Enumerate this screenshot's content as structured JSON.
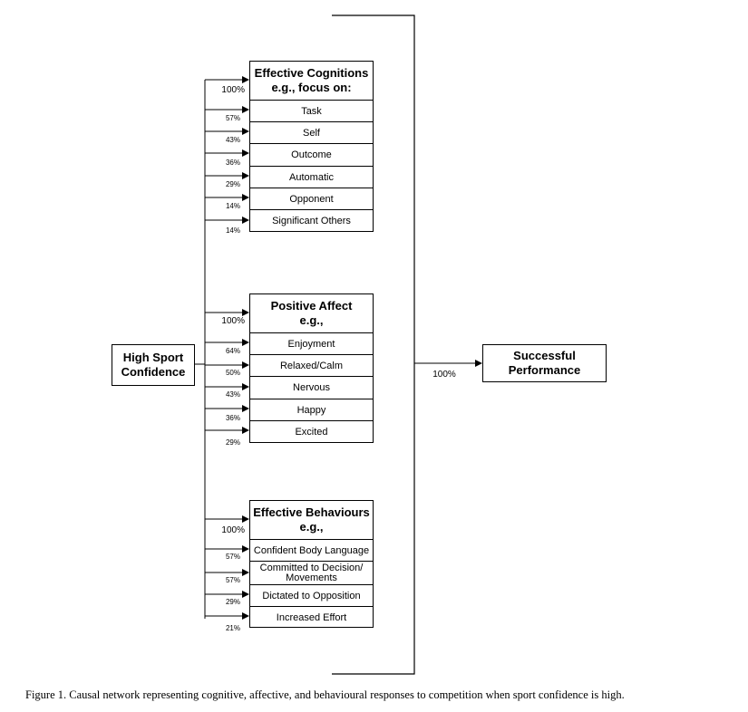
{
  "source": {
    "label": "High Sport\nConfidence"
  },
  "target": {
    "label": "Successful\nPerformance",
    "percent": "100%"
  },
  "groups": [
    {
      "title": "Effective Cognitions\ne.g., focus on:",
      "percent": "100%",
      "items": [
        {
          "label": "Task",
          "percent": "57%"
        },
        {
          "label": "Self",
          "percent": "43%"
        },
        {
          "label": "Outcome",
          "percent": "36%"
        },
        {
          "label": "Automatic",
          "percent": "29%"
        },
        {
          "label": "Opponent",
          "percent": "14%"
        },
        {
          "label": "Significant Others",
          "percent": "14%"
        }
      ]
    },
    {
      "title": "Positive Affect\ne.g.,",
      "percent": "100%",
      "items": [
        {
          "label": "Enjoyment",
          "percent": "64%"
        },
        {
          "label": "Relaxed/Calm",
          "percent": "50%"
        },
        {
          "label": "Nervous",
          "percent": "43%"
        },
        {
          "label": "Happy",
          "percent": "36%"
        },
        {
          "label": "Excited",
          "percent": "29%"
        }
      ]
    },
    {
      "title": "Effective Behaviours\ne.g.,",
      "percent": "100%",
      "items": [
        {
          "label": "Confident Body Language",
          "percent": "57%"
        },
        {
          "label": "Committed to Decision/\nMovements",
          "percent": "57%"
        },
        {
          "label": "Dictated to Opposition",
          "percent": "29%"
        },
        {
          "label": "Increased Effort",
          "percent": "21%"
        }
      ]
    }
  ],
  "caption": "Figure 1. Causal network representing cognitive, affective, and behavioural responses to competition when sport confidence is high."
}
